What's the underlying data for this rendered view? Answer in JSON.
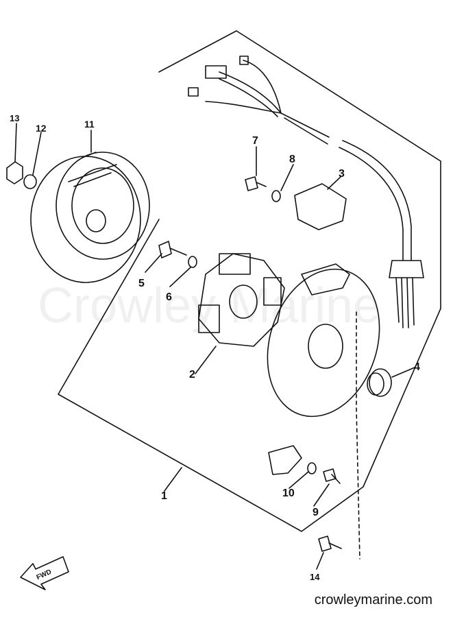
{
  "watermark": "Crowley Marine",
  "site_url": "crowleymarine.com",
  "fwd_label": "FWD",
  "callouts": [
    {
      "id": "1",
      "label": "1"
    },
    {
      "id": "2",
      "label": "2"
    },
    {
      "id": "3",
      "label": "3"
    },
    {
      "id": "4",
      "label": "4"
    },
    {
      "id": "5",
      "label": "5"
    },
    {
      "id": "6",
      "label": "6"
    },
    {
      "id": "7",
      "label": "7"
    },
    {
      "id": "8",
      "label": "8"
    },
    {
      "id": "9",
      "label": "9"
    },
    {
      "id": "10",
      "label": "10"
    },
    {
      "id": "11",
      "label": "11"
    },
    {
      "id": "12",
      "label": "12"
    },
    {
      "id": "13",
      "label": "13"
    },
    {
      "id": "14",
      "label": "14"
    }
  ]
}
